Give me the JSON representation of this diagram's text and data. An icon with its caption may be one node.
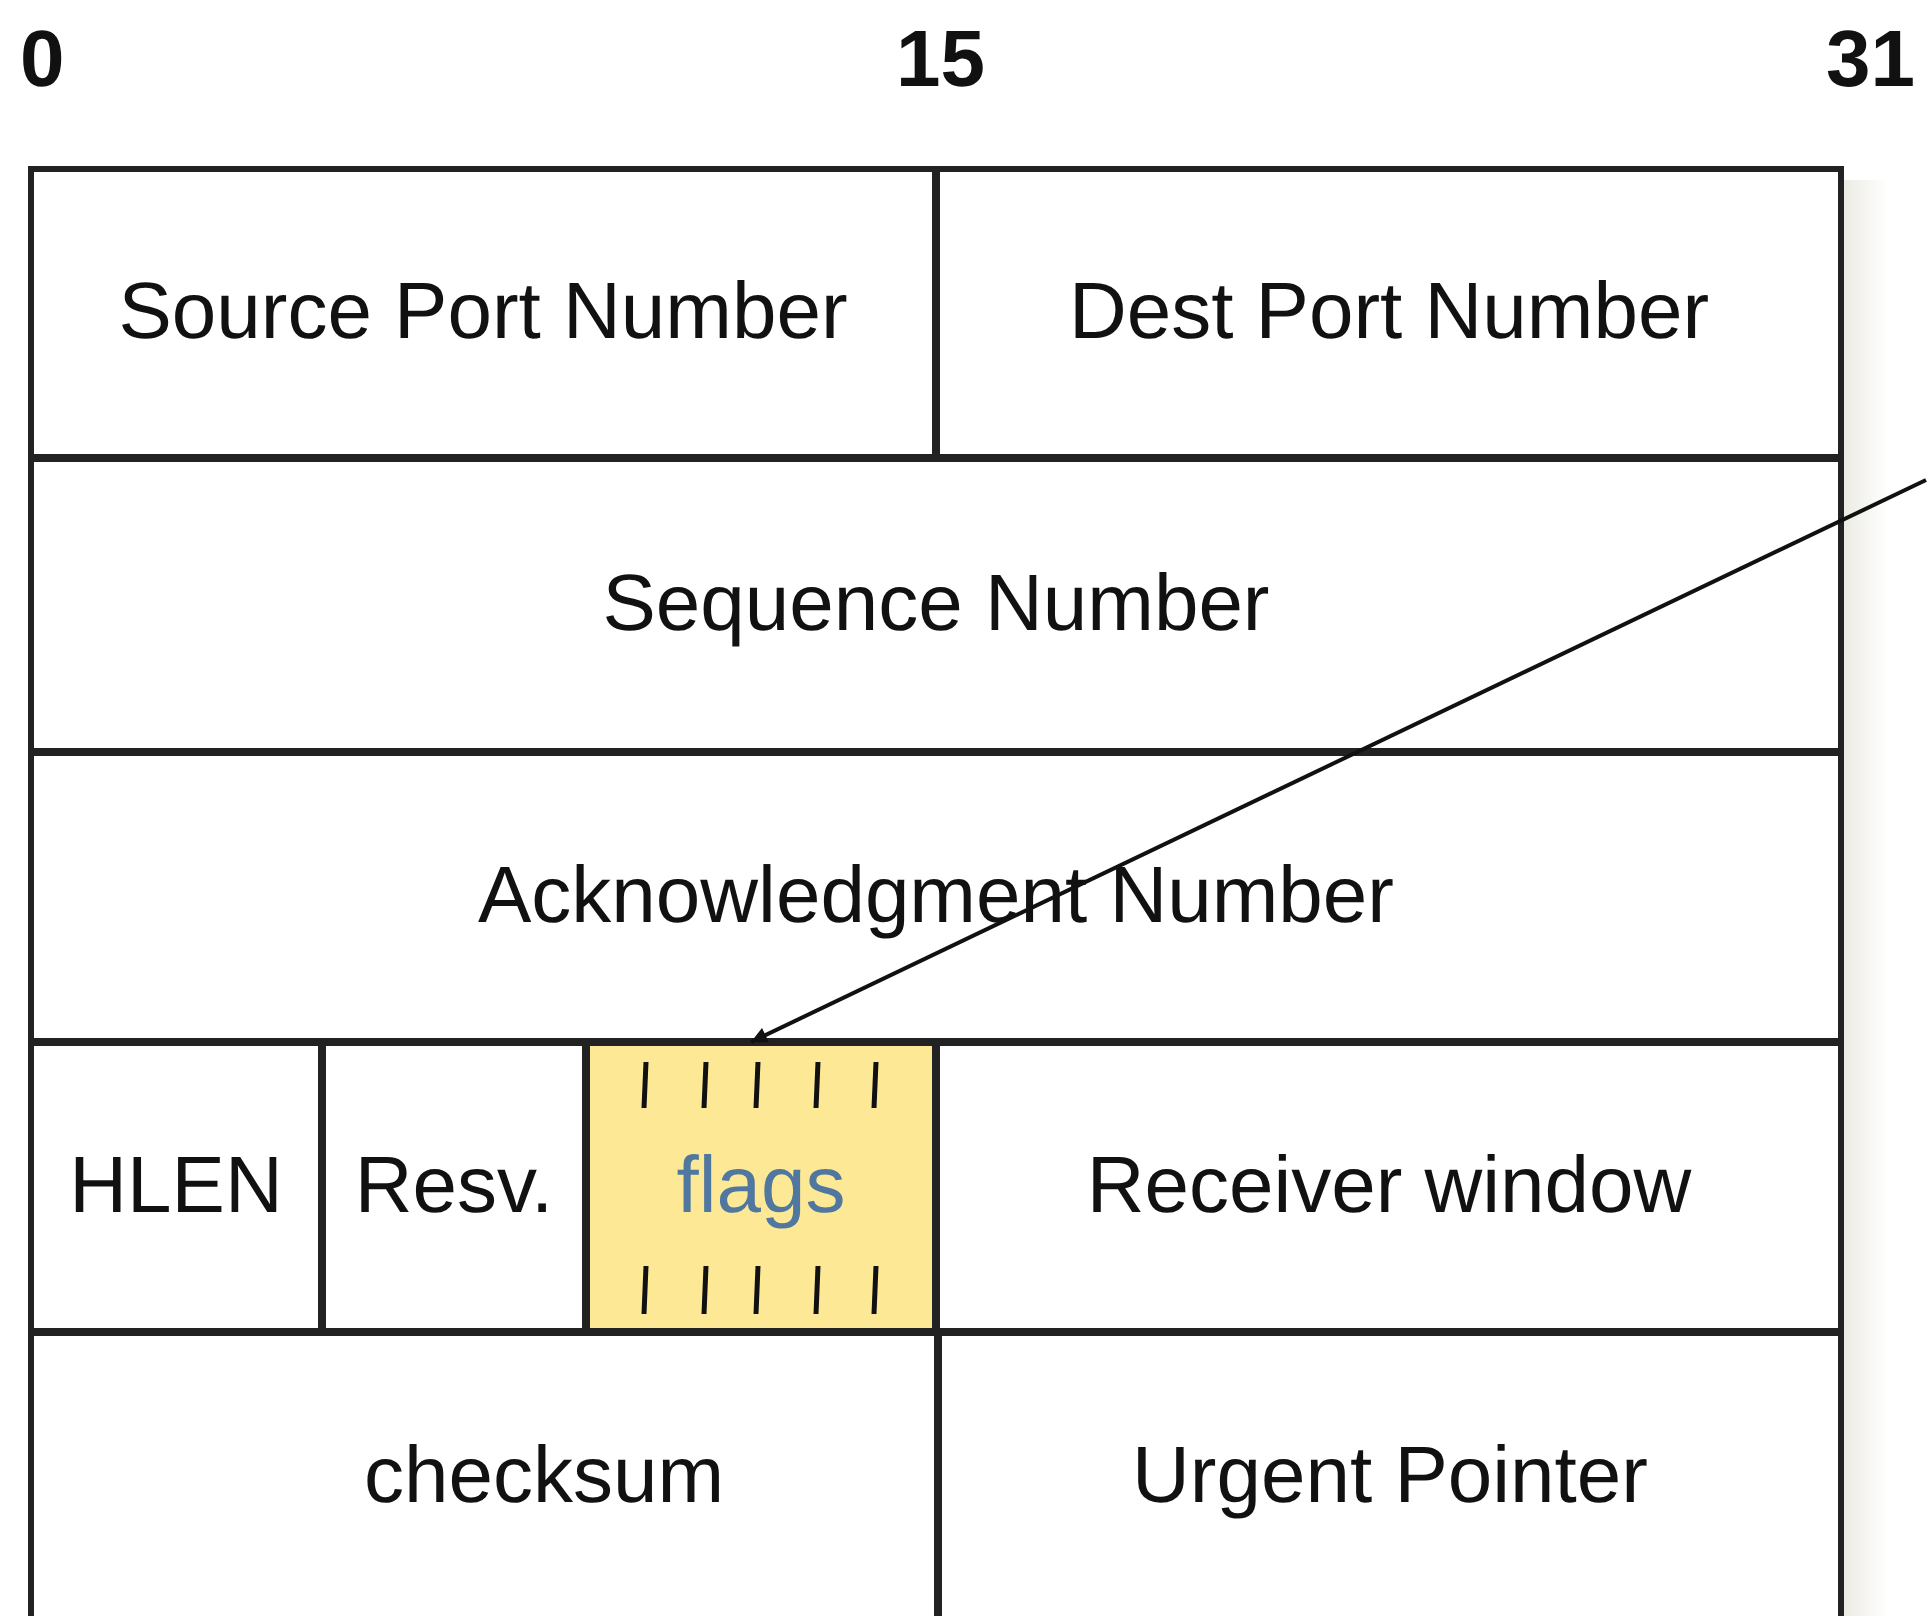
{
  "diagram": {
    "nodes": [
      {
        "text": [
          "Source Port Number"
        ]
      },
      {
        "text": [
          "Dest Port Number"
        ]
      },
      {
        "text": [
          "Sequence Number"
        ]
      },
      {
        "text": [
          "Acknowledgment Number"
        ]
      },
      {
        "text": [
          "HLEN"
        ]
      },
      {
        "text": [
          "Resv."
        ]
      },
      {
        "text": [
          "flags"
        ]
      },
      {
        "text": [
          "Receiver window"
        ]
      },
      {
        "text": [
          "checksum"
        ]
      },
      {
        "text": [
          "Urgent Pointer"
        ]
      }
    ],
    "edges": [
      {
        "from": null,
        "to": 6,
        "arrow": "to"
      }
    ],
    "labels": [
      "0",
      "15",
      "31"
    ]
  }
}
